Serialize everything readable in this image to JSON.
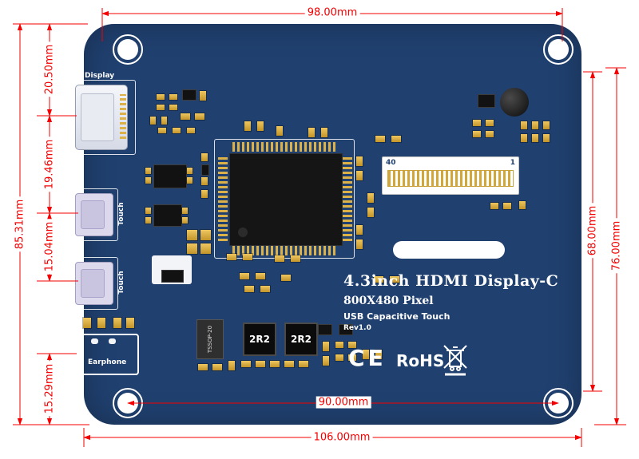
{
  "dimensions": {
    "top_width": "98.00mm",
    "left_total_height": "85.31mm",
    "left_seg1": "20.50mm",
    "left_seg2": "19.46mm",
    "left_seg3": "15.04mm",
    "left_seg4": "15.29mm",
    "right_inner_height": "68.00mm",
    "right_outer_height": "76.00mm",
    "bottom_hole_span": "90.00mm",
    "bottom_total_width": "106.00mm"
  },
  "board": {
    "title": "4.3inch HDMI Display-C",
    "resolution": "800X480 Pixel",
    "touch_type": "USB Capacitive Touch",
    "revision": "Rev1.0",
    "ce_mark": "CE",
    "rohs_mark": "RoHS"
  },
  "ports": {
    "display_label": "Display",
    "touch_labels": [
      "Touch",
      "Touch"
    ],
    "earphone_label": "Earphone"
  },
  "components": {
    "inductors": [
      "2R2",
      "2R2"
    ],
    "tssop_label": "TSSOP-20",
    "fpc_pin_left": "40",
    "fpc_pin_right": "1"
  },
  "colors": {
    "pcb": "#20406f",
    "dimension": "#f40000",
    "pad_gold": "#d3a63a"
  }
}
